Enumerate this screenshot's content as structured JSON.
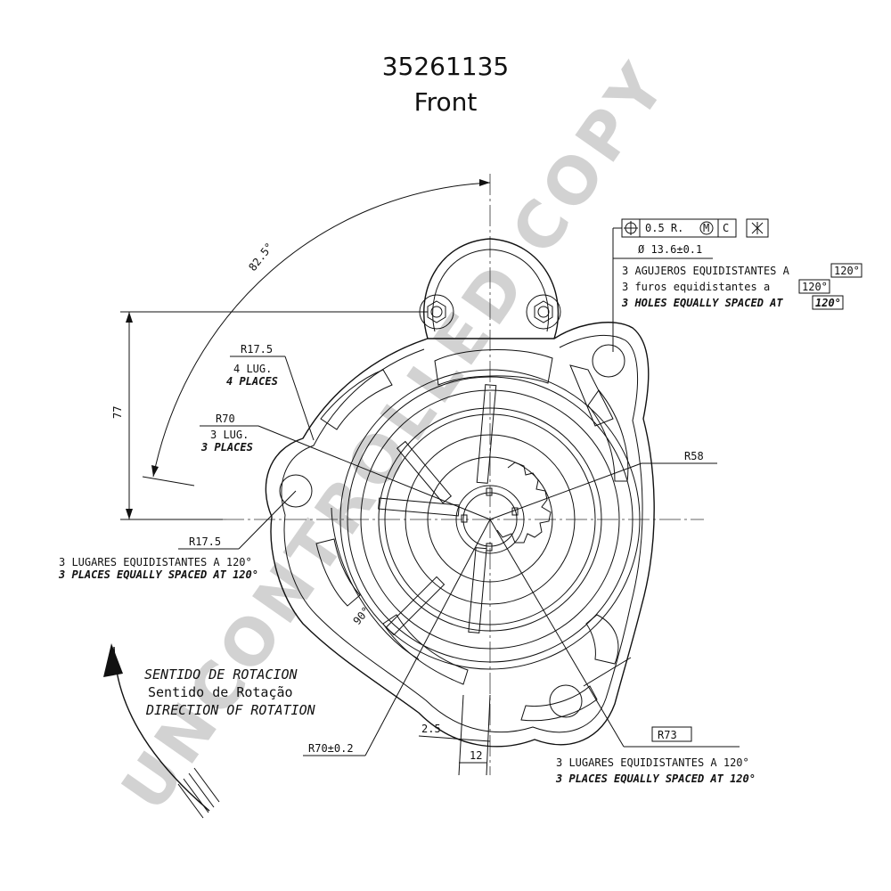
{
  "drawing": {
    "part_number": "35261135",
    "view": "Front",
    "watermark": "UNCONTROLLED COPY"
  },
  "gdt": {
    "tolerance": "0.5 R.",
    "modifier": "M",
    "datum": "C",
    "diameter": "Ø 13.6±0.1",
    "holes_es": "3 AGUJEROS EQUIDISTANTES A",
    "holes_pt": "3 furos equidistantes a",
    "holes_en": "3 HOLES EQUALLY SPACED AT",
    "angle": "120°"
  },
  "dims": {
    "angle_top": "82.5°",
    "height": "77",
    "r17_5_top": "R17.5",
    "lug_es": "4 LUG.",
    "lug_en": "4 PLACES",
    "r70": "R70",
    "lug3_es": "3 LUG.",
    "lug3_en": "3 PLACES",
    "r58": "R58",
    "r17_5_left": "R17.5",
    "places_es_left": "3 LUGARES EQUIDISTANTES A 120°",
    "places_en_left": "3 PLACES EQUALLY SPACED AT 120°",
    "angle_90": "90°",
    "dim_2_5": "2.5",
    "dim_12": "12",
    "r70_tol": "R70±0.2",
    "r73": "R73",
    "places_es_bottom": "3 LUGARES EQUIDISTANTES A 120°",
    "places_en_bottom": "3 PLACES EQUALLY SPACED AT 120°"
  },
  "rotation": {
    "es": "SENTIDO DE ROTACION",
    "pt": "Sentido de Rotação",
    "en": "DIRECTION OF ROTATION"
  }
}
